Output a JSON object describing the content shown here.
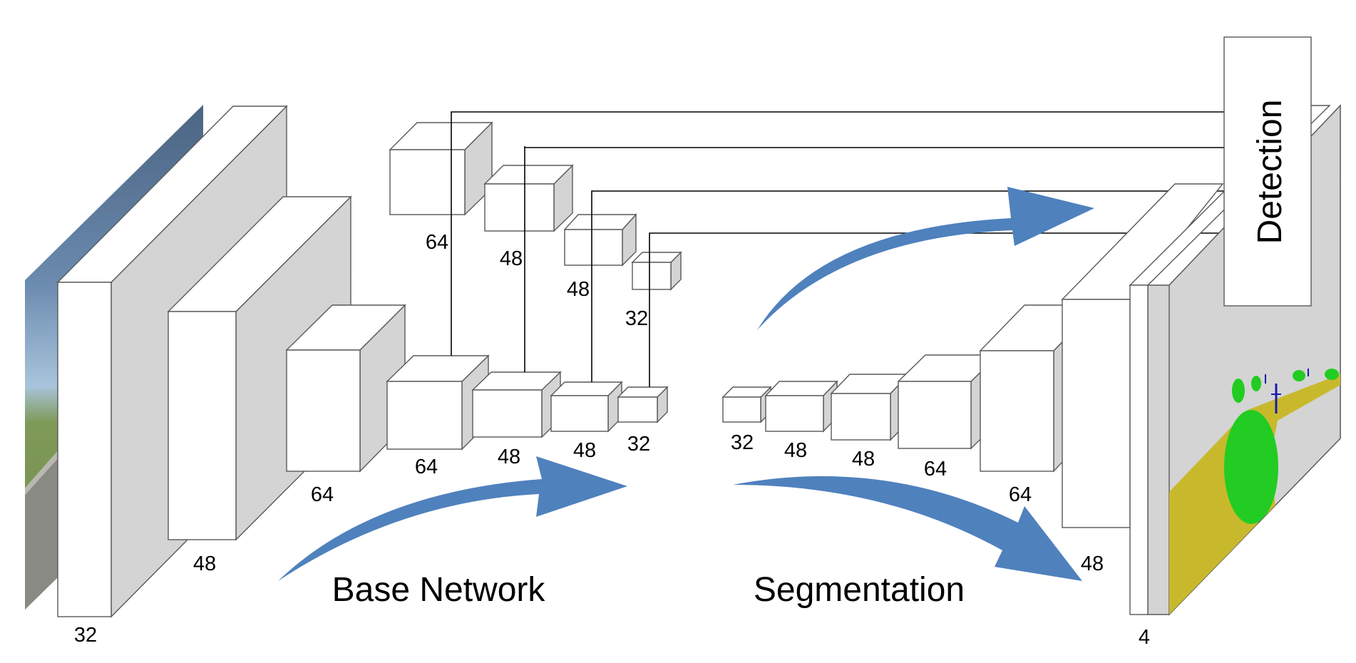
{
  "labels": {
    "base_network": "Base Network",
    "segmentation": "Segmentation",
    "detection": "Detection"
  },
  "encoder": {
    "channels": [
      "32",
      "48",
      "64",
      "64",
      "48",
      "48",
      "32"
    ]
  },
  "skip_branches": {
    "channels": [
      "64",
      "48",
      "48",
      "32"
    ]
  },
  "decoder": {
    "channels": [
      "32",
      "48",
      "48",
      "64",
      "64",
      "48",
      "4"
    ]
  },
  "colors": {
    "arrow": "#4f81bd",
    "box_side": "#d4d4d4",
    "road": "#c8b92c",
    "vegetation": "#22cc22",
    "pedestrian": "#1a1aaa",
    "sky_top": "#4a6381",
    "grass": "#6f8a4a"
  }
}
